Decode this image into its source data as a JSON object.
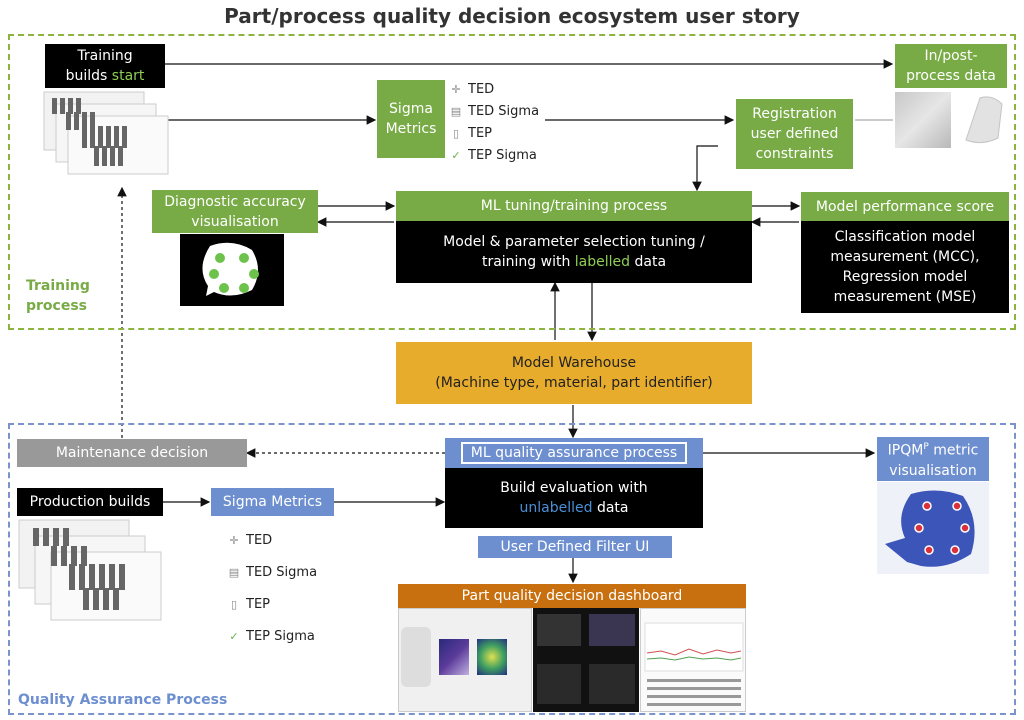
{
  "title": "Part/process quality decision ecosystem user story",
  "training": {
    "label": "Training\nprocess",
    "builds_text": "Training\nbuilds ",
    "builds_start": "start",
    "sigma_metrics": "Sigma\nMetrics",
    "metrics": [
      {
        "icon": "ted-icon",
        "label": "TED"
      },
      {
        "icon": "ted-sigma-icon",
        "label": "TED Sigma"
      },
      {
        "icon": "tep-icon",
        "label": "TEP"
      },
      {
        "icon": "tep-sigma-icon",
        "label": "TEP Sigma"
      }
    ],
    "in_post_data": "In/post-\nprocess data",
    "registration": "Registration\nuser defined\nconstraints",
    "diagnostic": "Diagnostic accuracy\nvisualisation",
    "ml_tuning": "ML tuning/training process",
    "model_selection_prefix": "Model & parameter selection tuning /\ntraining with ",
    "model_selection_accent": "labelled",
    "model_selection_suffix": " data",
    "performance_title": "Model performance score",
    "performance_body": "Classification model\nmeasurement (MCC),\nRegression model\nmeasurement (MSE)"
  },
  "warehouse": "Model Warehouse\n(Machine type, material, part identifier)",
  "qa": {
    "label": "Quality Assurance Process",
    "maintenance": "Maintenance decision",
    "ml_qa": "ML quality assurance process",
    "evaluation_prefix": "Build evaluation with\n",
    "evaluation_accent": "unlabelled",
    "evaluation_suffix": " data",
    "ipqm_title_main": "IPQM",
    "ipqm_title_sup": "P",
    "ipqm_title_rest": " metric\nvisualisation",
    "production_builds": "Production builds",
    "sigma_metrics": "Sigma Metrics",
    "metrics": [
      {
        "icon": "ted-icon",
        "label": "TED"
      },
      {
        "icon": "ted-sigma-icon",
        "label": "TED Sigma"
      },
      {
        "icon": "tep-icon",
        "label": "TEP"
      },
      {
        "icon": "tep-sigma-icon",
        "label": "TEP Sigma"
      }
    ],
    "filter_ui": "User Defined Filter UI",
    "dashboard": "Part quality decision dashboard"
  },
  "colors": {
    "green": "#78ab46",
    "blue": "#6d8fd0",
    "gold": "#e8ac2c",
    "brown": "#c8700f",
    "gray": "#999999",
    "black": "#000000"
  }
}
